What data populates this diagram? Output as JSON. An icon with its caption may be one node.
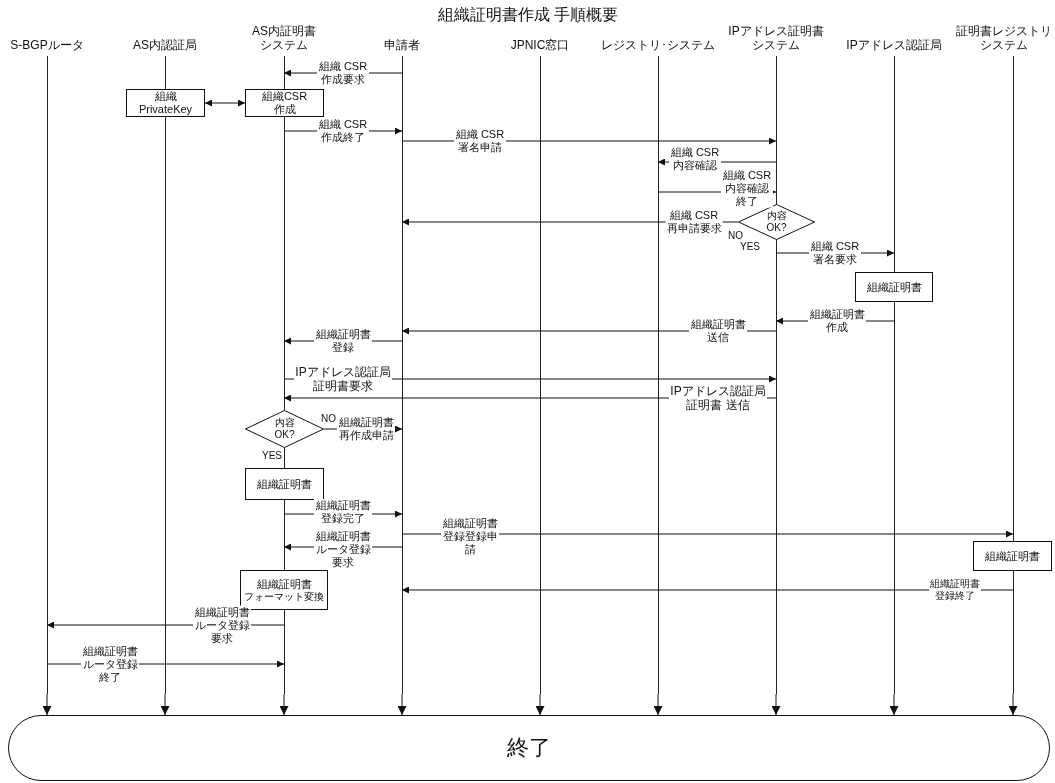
{
  "diagram": {
    "title": "組織証明書作成 手順概要",
    "nodes": [
      {
        "text": [],
        "shape": "line",
        "beside": [
          "S-BGPルータ"
        ]
      },
      {
        "text": [],
        "shape": "line",
        "beside": [
          "AS内認証局"
        ]
      },
      {
        "text": [],
        "shape": "line",
        "beside": [
          "AS内証明書システム"
        ]
      },
      {
        "text": [],
        "shape": "line",
        "beside": [
          "申請者"
        ]
      },
      {
        "text": [],
        "shape": "line",
        "beside": [
          "JPNIC窓口"
        ]
      },
      {
        "text": [],
        "shape": "line",
        "beside": [
          "レジストリ･システム"
        ]
      },
      {
        "text": [],
        "shape": "line",
        "beside": [
          "IPアドレス証明書システム"
        ]
      },
      {
        "text": [],
        "shape": "line",
        "beside": [
          "IPアドレス認証局"
        ]
      },
      {
        "text": [],
        "shape": "line",
        "beside": [
          "証明書レジストリシステム"
        ]
      },
      {
        "text": [
          "組織PrivateKey"
        ]
      },
      {
        "text": [
          "組織CSR作成"
        ]
      },
      {
        "text": [
          "内容OK?"
        ],
        "beside": [
          "NO",
          "YES"
        ]
      },
      {
        "text": [
          "組織証明書"
        ]
      },
      {
        "text": [
          "内容OK?"
        ],
        "beside": [
          "NO",
          "YES"
        ]
      },
      {
        "text": [
          "組織証明書"
        ]
      },
      {
        "text": [
          "組織証明書"
        ]
      },
      {
        "text": [
          "組織証明書",
          "フォーマット変換"
        ]
      },
      {
        "text": [
          "終了"
        ]
      }
    ],
    "edges": [
      {
        "from": 3,
        "to": 2,
        "arrow": "to",
        "label": "組織 CSR作成要求"
      },
      {
        "from": 9,
        "to": 10,
        "arrow": "both"
      },
      {
        "from": 2,
        "to": 3,
        "arrow": "to",
        "label": "組織 CSR作成終了"
      },
      {
        "from": 3,
        "to": 6,
        "arrow": "to",
        "label": "組織 CSR署名申請"
      },
      {
        "from": 6,
        "to": 5,
        "arrow": "to",
        "label": "組織 CSR内容確認"
      },
      {
        "from": 5,
        "to": 6,
        "arrow": "to",
        "label": "組織 CSR内容確認終了"
      },
      {
        "from": 11,
        "to": 3,
        "arrow": "to",
        "label": "組織 CSR再申請要求"
      },
      {
        "from": 6,
        "to": 7,
        "arrow": "to",
        "label": "組織 CSR署名要求"
      },
      {
        "from": 7,
        "to": 6,
        "arrow": "to",
        "label": "組織証明書作成"
      },
      {
        "from": 6,
        "to": 3,
        "arrow": "to",
        "label": "組織証明書送信"
      },
      {
        "from": 3,
        "to": 2,
        "arrow": "to",
        "label": "組織証明書登録"
      },
      {
        "from": 2,
        "to": 6,
        "arrow": "to",
        "label": "IPアドレス認証局証明書要求"
      },
      {
        "from": 6,
        "to": 2,
        "arrow": "to",
        "label": "IPアドレス認証局証明書 送信"
      },
      {
        "from": 13,
        "to": 3,
        "arrow": "to",
        "label": "組織証明書再作成申請"
      },
      {
        "from": 2,
        "to": 3,
        "arrow": "to",
        "label": "組織証明書登録完了"
      },
      {
        "from": 3,
        "to": 8,
        "arrow": "to",
        "label": "組織証明書登録登録申請"
      },
      {
        "from": 3,
        "to": 2,
        "arrow": "to",
        "label": "組織証明書ルータ登録要求"
      },
      {
        "from": 8,
        "to": 3,
        "arrow": "to",
        "label": "組織証明書登録終了"
      },
      {
        "from": 2,
        "to": 0,
        "arrow": "to",
        "label": "組織証明書ルータ登録要求"
      },
      {
        "from": 0,
        "to": 2,
        "arrow": "to",
        "label": "組織証明書ルータ登録終了"
      },
      {
        "from": 0,
        "to": 17,
        "arrow": "to"
      },
      {
        "from": 1,
        "to": 17,
        "arrow": "to"
      },
      {
        "from": 2,
        "to": 17,
        "arrow": "to"
      },
      {
        "from": 3,
        "to": 17,
        "arrow": "to"
      },
      {
        "from": 4,
        "to": 17,
        "arrow": "to"
      },
      {
        "from": 5,
        "to": 17,
        "arrow": "to"
      },
      {
        "from": 6,
        "to": 17,
        "arrow": "to"
      },
      {
        "from": 7,
        "to": 17,
        "arrow": "to"
      },
      {
        "from": 8,
        "to": 17,
        "arrow": "to"
      }
    ]
  }
}
